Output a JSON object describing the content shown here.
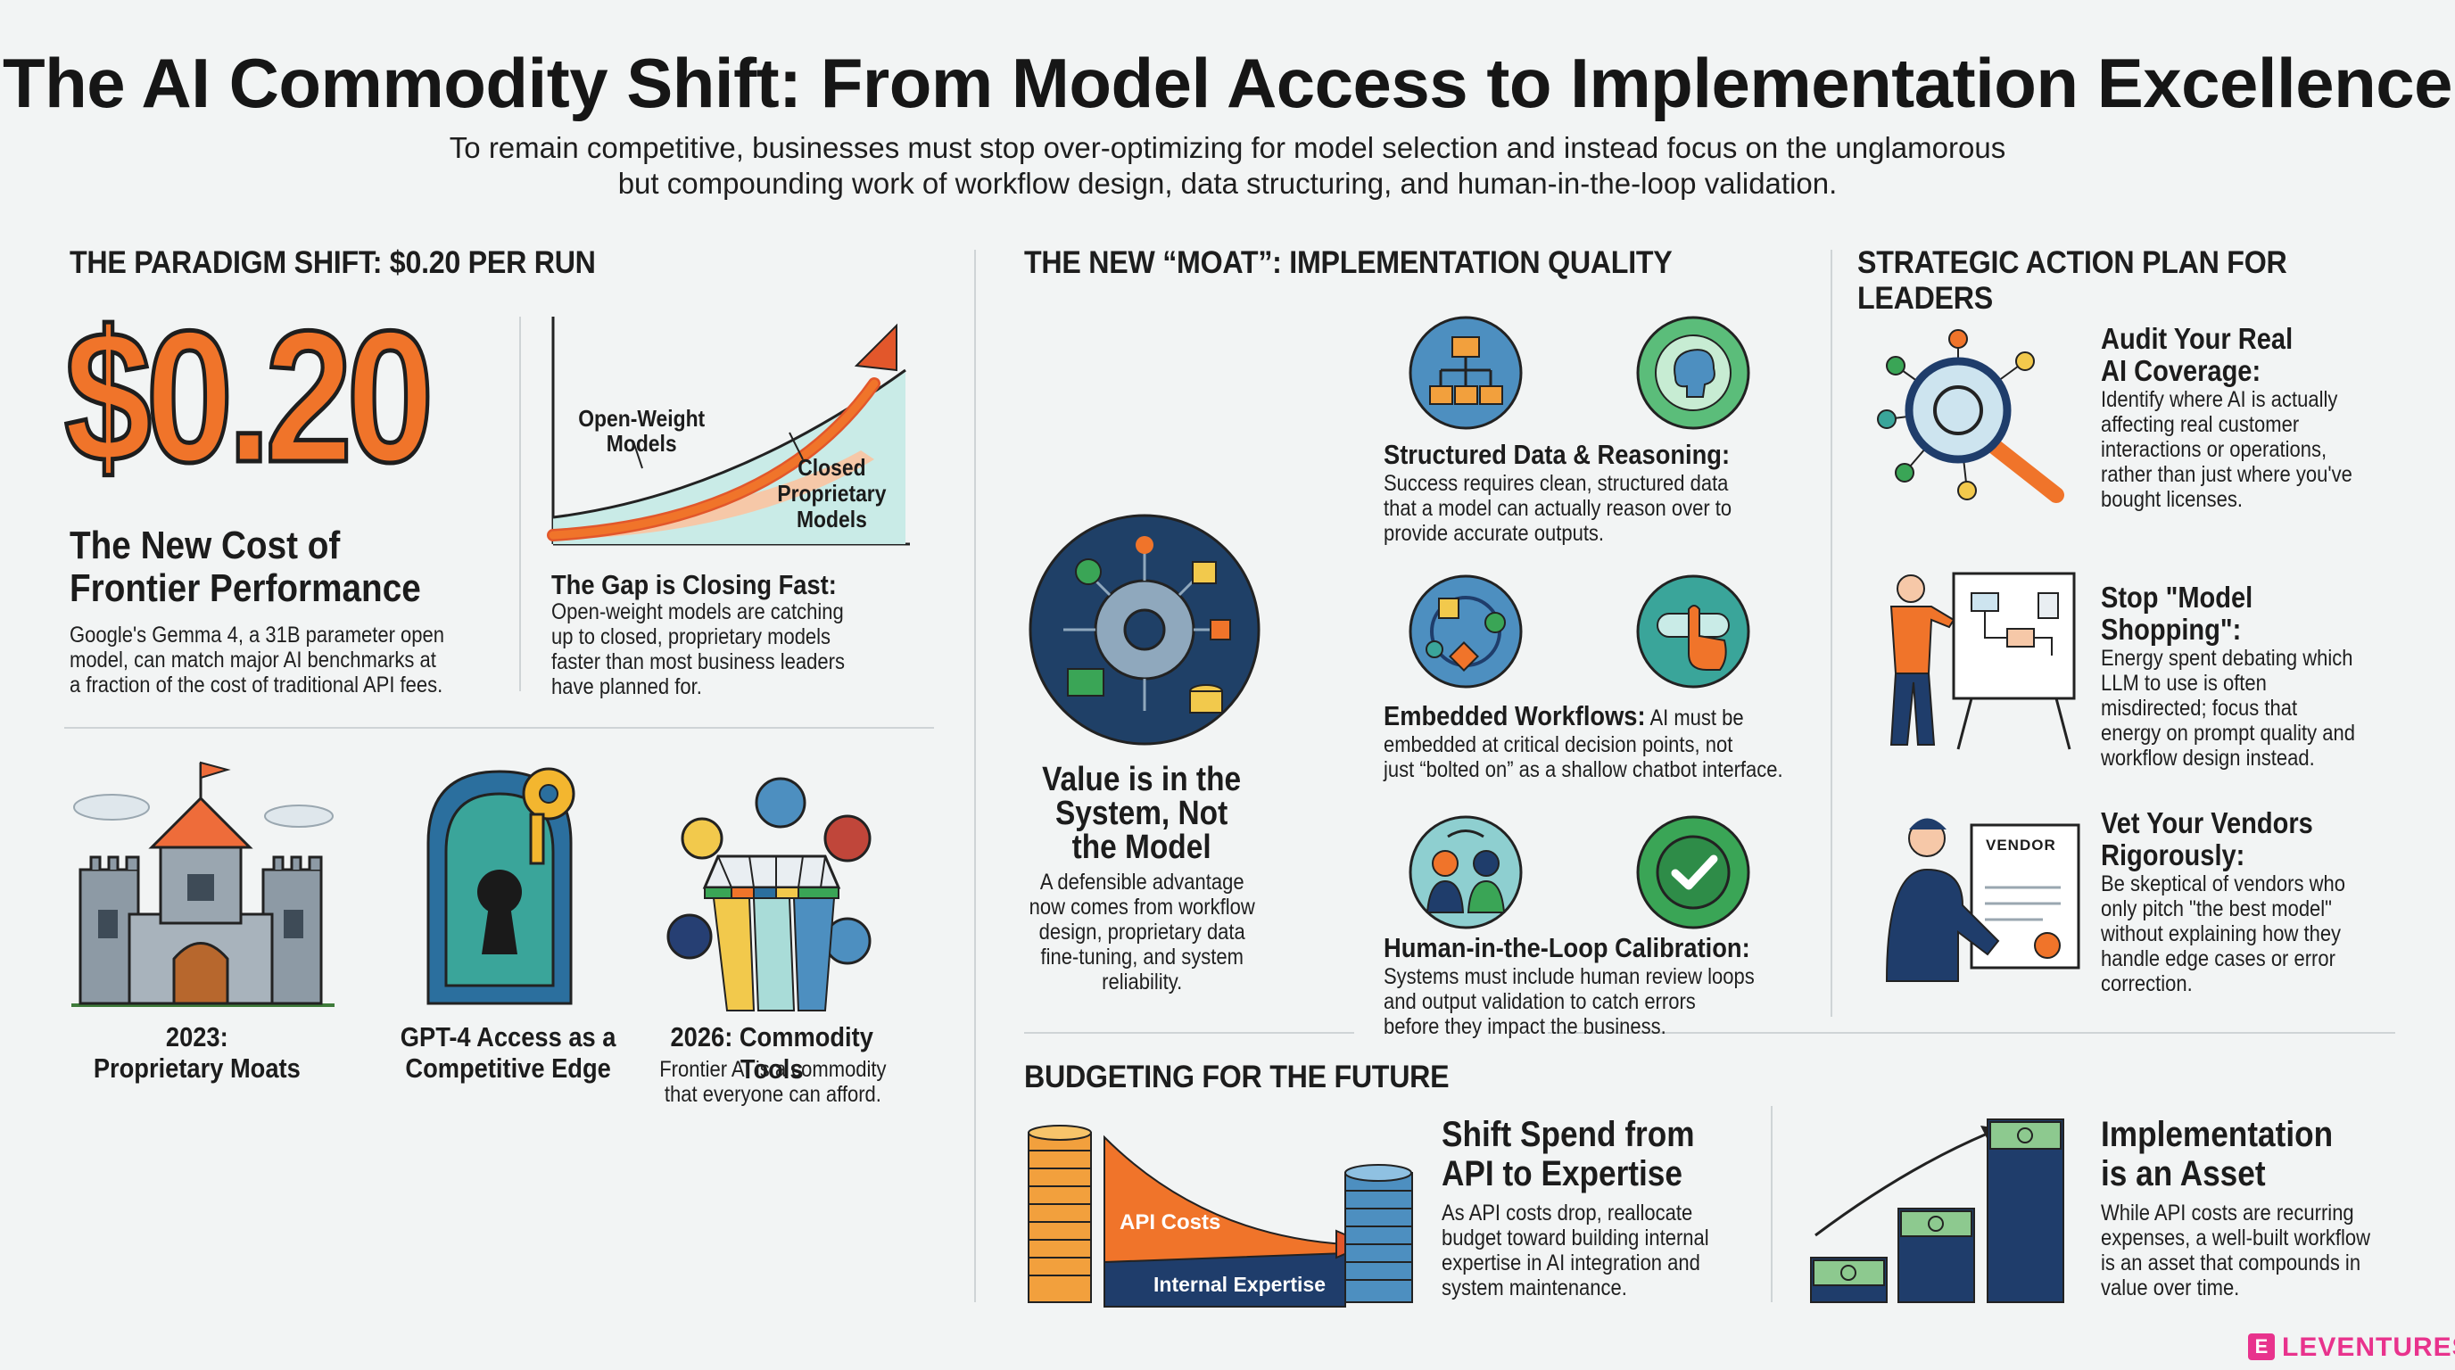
{
  "header": {
    "title": "The AI Commodity Shift: From Model Access to Implementation Excellence",
    "subtitle_line1": "To remain competitive, businesses must stop over-optimizing for model selection and instead focus on the unglamorous",
    "subtitle_line2": "but compounding work of workflow design, data structuring, and human-in-the-loop validation."
  },
  "paradigm": {
    "heading": "THE PARADIGM SHIFT: $0.20 PER RUN",
    "price": "$0.20",
    "cost_title_1": "The New Cost of",
    "cost_title_2": "Frontier Performance",
    "cost_body": [
      "Google's Gemma 4, a 31B parameter open",
      "model, can match major AI benchmarks at",
      "a fraction of the cost of traditional API fees."
    ],
    "chart_label_open_1": "Open-Weight",
    "chart_label_open_2": "Models",
    "chart_label_closed_1": "Closed",
    "chart_label_closed_2": "Proprietary",
    "chart_label_closed_3": "Models",
    "gap_title": "The Gap is Closing Fast:",
    "gap_body": [
      "Open-weight models are catching",
      "up to closed, proprietary models",
      "faster than most business leaders",
      "have planned for."
    ],
    "timeline": [
      {
        "line1": "2023:",
        "line2": "Proprietary Moats"
      },
      {
        "line1": "GPT-4 Access as a",
        "line2": "Competitive Edge"
      },
      {
        "line1": "2026: Commodity Tools",
        "body1": "Frontier AI is a commodity",
        "body2": "that everyone can afford."
      }
    ]
  },
  "moat": {
    "heading": "THE NEW “MOAT”: IMPLEMENTATION QUALITY",
    "value_title": [
      "Value is in the",
      "System, Not",
      "the Model"
    ],
    "value_body": [
      "A defensible advantage",
      "now comes from workflow",
      "design, proprietary data",
      "fine-tuning, and system",
      "reliability."
    ],
    "items": [
      {
        "title": "Structured Data & Reasoning:",
        "body": [
          "Success requires clean, structured data",
          "that a model can actually reason over to",
          "provide accurate outputs."
        ]
      },
      {
        "title": "Embedded Workflows:",
        "title_rest": " AI must be",
        "body": [
          "embedded at critical decision points, not",
          "just “bolted on” as a shallow chatbot interface."
        ]
      },
      {
        "title": "Human-in-the-Loop Calibration:",
        "body": [
          "Systems must include human review loops",
          "and output validation to catch errors",
          "before they impact the business."
        ]
      }
    ]
  },
  "plan": {
    "heading": "STRATEGIC ACTION PLAN FOR LEADERS",
    "items": [
      {
        "title": [
          "Audit Your Real",
          "AI Coverage:"
        ],
        "body": [
          "Identify where AI is actually",
          "affecting real customer",
          "interactions or operations,",
          "rather than just where you've",
          "bought licenses."
        ]
      },
      {
        "title": [
          "Stop \"Model Shopping\":"
        ],
        "body": [
          "Energy spent debating which",
          "LLM to use is often",
          "misdirected; focus that",
          "energy on prompt quality and",
          "workflow design instead."
        ]
      },
      {
        "title": [
          "Vet Your Vendors",
          "Rigorously:"
        ],
        "body": [
          "Be skeptical of vendors who",
          "only pitch \"the best model\"",
          "without explaining how they",
          "handle edge cases or error",
          "correction."
        ]
      }
    ],
    "vendor_tag": "VENDOR"
  },
  "budget": {
    "heading": "BUDGETING FOR THE FUTURE",
    "api_label": "API Costs",
    "expertise_label": "Internal Expertise",
    "shift_title": [
      "Shift Spend from",
      "API to Expertise"
    ],
    "shift_body": [
      "As API costs drop, reallocate",
      "budget toward building internal",
      "expertise in AI integration and",
      "system maintenance."
    ],
    "asset_title": [
      "Implementation",
      "is an Asset"
    ],
    "asset_body": [
      "While API costs are recurring",
      "expenses, a well-built workflow",
      "is an asset that compounds in",
      "value over time."
    ]
  },
  "brand": {
    "logo_letter": "E",
    "name": "LEVENTURES"
  },
  "colors": {
    "orange": "#f0742a",
    "navy": "#1f3d6b",
    "teal": "#2b8c8a",
    "green": "#3aa556",
    "pink": "#e8338d"
  }
}
